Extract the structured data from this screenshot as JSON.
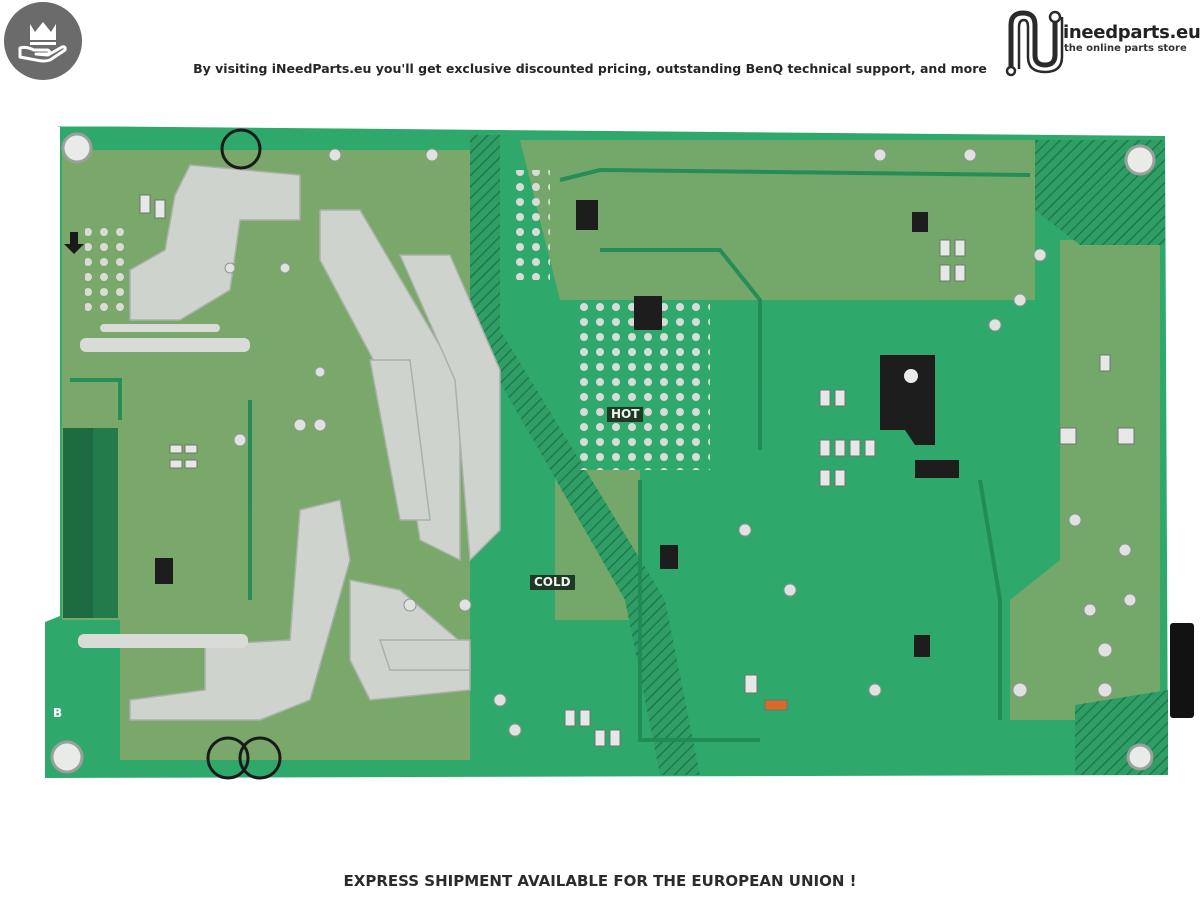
{
  "header": {
    "badge_icon": "crown-hand-icon",
    "tagline": "By visiting iNeedParts.eu you'll get exclusive discounted pricing, outstanding BenQ technical support, and more"
  },
  "logo": {
    "icon": "circuit-n-icon",
    "name": "ineedparts.eu",
    "subtitle": "the online parts store"
  },
  "board": {
    "labels": {
      "hot": "HOT",
      "cold": "COLD",
      "corner_b": "B"
    },
    "colors": {
      "solder_mask": "#2fa86b",
      "ground_plane": "#7fa868",
      "pads": "#c8ccc8",
      "silkscreen": "#ffffff"
    }
  },
  "footer": {
    "text": "EXPRESS SHIPMENT AVAILABLE FOR THE EUROPEAN UNION !"
  }
}
